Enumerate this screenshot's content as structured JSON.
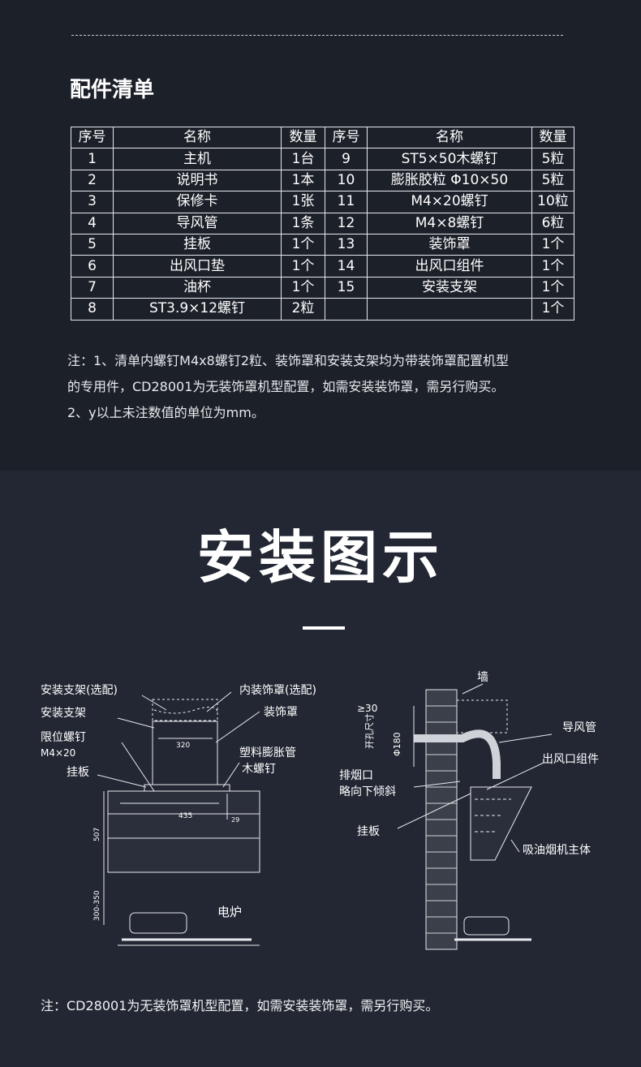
{
  "parts": {
    "title": "配件清单",
    "headers": [
      "序号",
      "名称",
      "数量",
      "序号",
      "名称",
      "数量"
    ],
    "rows": [
      [
        "1",
        "主机",
        "1台",
        "9",
        "ST5×50木螺钉",
        "5粒"
      ],
      [
        "2",
        "说明书",
        "1本",
        "10",
        "膨胀胶粒 Φ10×50",
        "5粒"
      ],
      [
        "3",
        "保修卡",
        "1张",
        "11",
        "M4×20螺钉",
        "10粒"
      ],
      [
        "4",
        "导风管",
        "1条",
        "12",
        "M4×8螺钉",
        "6粒"
      ],
      [
        "5",
        "挂板",
        "1个",
        "13",
        "装饰罩",
        "1个"
      ],
      [
        "6",
        "出风口垫",
        "1个",
        "14",
        "出风口组件",
        "1个"
      ],
      [
        "7",
        "油杯",
        "1个",
        "15",
        "安装支架",
        "1个"
      ],
      [
        "8",
        "ST3.9×12螺钉",
        "2粒",
        "",
        "",
        "1个"
      ]
    ],
    "notes": [
      "注：1、清单内螺钉M4x8螺钉2粒、装饰罩和安装支架均为带装饰罩配置机型",
      "的专用件，CD28001为无装饰罩机型配置，如需安装装饰罩，需另行购买。",
      "2、y以上未注数值的单位为mm。"
    ]
  },
  "install": {
    "title": "安装图示",
    "left_diagram": {
      "labels": {
        "bracket_optional": "安装支架(选配)",
        "bracket": "安装支架",
        "limit_screw": "限位螺钉",
        "limit_screw_spec": "M4×20",
        "hanging_plate": "挂板",
        "inner_cover": "内装饰罩(选配)",
        "cover": "装饰罩",
        "plastic_anchor": "塑料膨胀管",
        "wood_screw": "木螺钉",
        "stove": "电炉"
      },
      "dimensions": {
        "width_320": "320",
        "width_435": "435",
        "d29": "29",
        "height_507": "507",
        "height_300_350": "300-350"
      }
    },
    "right_diagram": {
      "labels": {
        "wall": "墙",
        "min_30": "≥30",
        "hole_size": "开孔尺寸",
        "hole_dia": "Φ180",
        "exhaust_line1": "排烟口",
        "exhaust_line2": "略向下倾斜",
        "duct": "导风管",
        "outlet": "出风口组件",
        "hanging_plate": "挂板",
        "hood_body": "吸油烟机主体"
      }
    },
    "note": "注：CD28001为无装饰罩机型配置，如需安装装饰罩，需另行购买。"
  }
}
